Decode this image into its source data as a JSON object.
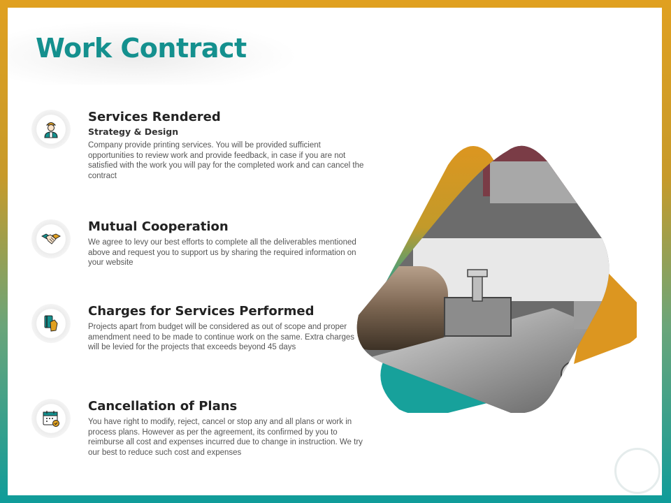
{
  "title": "Work Contract",
  "items": [
    {
      "icon": "worker-icon",
      "heading": "Services Rendered",
      "subheading": "Strategy & Design",
      "body": "Company provide printing services. You will be provided sufficient opportunities to review work and provide feedback, in case if you are not satisfied with the work you will pay for the completed work and can cancel the contract"
    },
    {
      "icon": "handshake-icon",
      "heading": "Mutual Cooperation",
      "body": "We agree to levy our best efforts to complete all the deliverables mentioned above and request you to support us by sharing the required information on your website"
    },
    {
      "icon": "credit-card-hand-icon",
      "heading": "Charges for Services Performed",
      "body": "Projects apart from budget will be considered as out of scope and proper amendment need to be made to continue work on the same. Extra charges will be levied for the projects that exceeds beyond 45 days"
    },
    {
      "icon": "calendar-icon",
      "heading": "Cancellation of Plans",
      "body": "You have right to modify, reject, cancel or stop any and all plans or work in process plans. However as per the agreement, its confirmed by you to reimburse all cost and expenses incurred due to change in instruction. We try our best to reduce such cost and expenses"
    }
  ],
  "colors": {
    "accent_teal": "#14908e",
    "accent_orange": "#dc9620",
    "frame_top": "#e0a020",
    "frame_bottom": "#0f9c9a"
  },
  "image": "printing-machine-photo"
}
